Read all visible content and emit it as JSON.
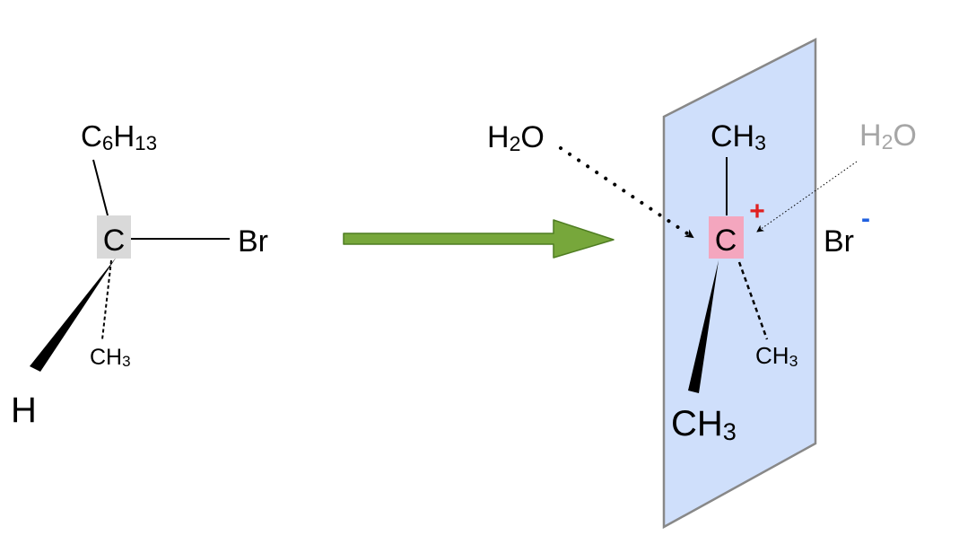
{
  "left_molecule": {
    "center_atom": "C",
    "top_group": {
      "main": "C",
      "sub1": "6",
      "main2": "H",
      "sub2": "13"
    },
    "right_group": "Br",
    "wedge_group": "H",
    "dash_group": {
      "main": "CH",
      "sub": "3"
    }
  },
  "right_molecule": {
    "center_atom": "C",
    "charge": "+",
    "top_group": {
      "main": "CH",
      "sub": "3"
    },
    "dash_group": {
      "main": "CH",
      "sub": "3"
    },
    "wedge_group": {
      "main": "CH",
      "sub": "3"
    }
  },
  "leaving_ion": {
    "symbol": "Br",
    "charge": "-"
  },
  "water_front": {
    "main": "H",
    "sub": "2",
    "tail": "O"
  },
  "water_back": {
    "main": "H",
    "sub": "2",
    "tail": "O"
  },
  "colors": {
    "plane_fill": "#cfdffb",
    "plane_stroke": "#888888",
    "reaction_arrow": "#77a73b",
    "reaction_arrow_stroke": "#4f7d22",
    "left_center_box": "#d9d9d9",
    "carbocation_box": "#f4a6be",
    "plus_sign": "#e02020",
    "minus_sign": "#2060e0",
    "faded_water": "#a6a6a6"
  }
}
